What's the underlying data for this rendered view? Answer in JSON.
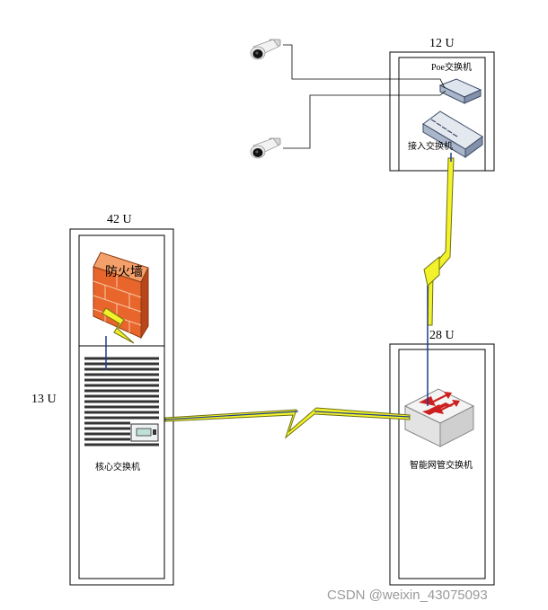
{
  "racks": {
    "left": {
      "u_label": "42 U",
      "side_label": "13 U"
    },
    "top_right": {
      "u_label": "12 U"
    },
    "bottom_right": {
      "u_label": "28 U"
    }
  },
  "devices": {
    "firewall": "防火墙",
    "core_switch": "核心交换机",
    "poe_switch": "Poe交换机",
    "access_switch": "接入交换机",
    "managed_switch": "智能网管交换机"
  },
  "watermark": "CSDN @weixin_43075093",
  "colors": {
    "rack_line": "#000000",
    "lightning_fill": "#f2f22a",
    "lightning_stroke": "#6f6f10",
    "firewall_brick": "#e8662c",
    "link_blue": "#1f3d8a"
  }
}
